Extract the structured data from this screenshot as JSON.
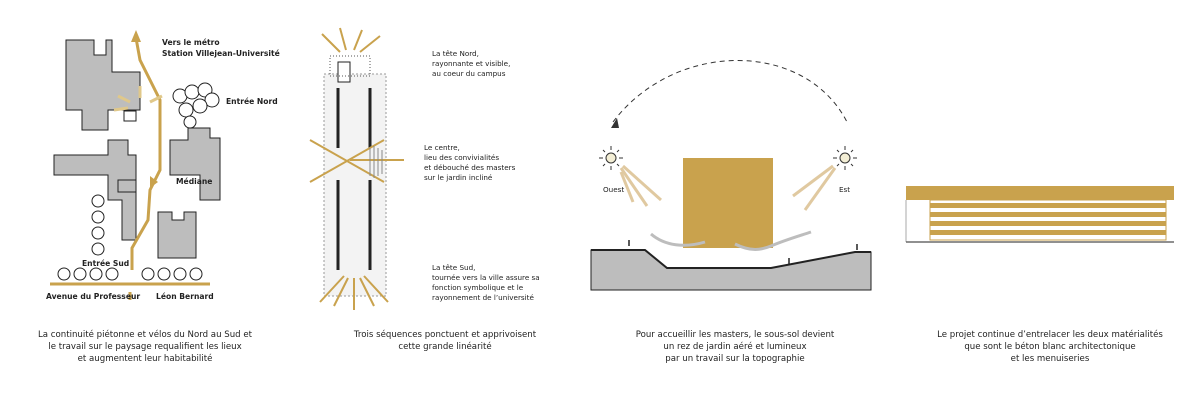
{
  "colors": {
    "gold": "#c9a24d",
    "gray": "#bdbdbd",
    "dark": "#222222"
  },
  "panel1": {
    "labels": {
      "metro": "Vers le métro",
      "station": "Station Villejean-Université",
      "entree_nord": "Entrée Nord",
      "mediane": "Médiane",
      "entree_sud": "Entrée Sud",
      "avenue": "Avenue du Professeur",
      "leon": "Léon Bernard"
    },
    "caption": "La continuité piétonne et vélos du Nord au Sud et\nle travail sur le paysage requalifient les lieux\net augmentent leur habitabilité"
  },
  "panel2": {
    "nord": [
      "La tête Nord,",
      "rayonnante et visible,",
      "au coeur du campus"
    ],
    "centre": [
      "Le centre,",
      "lieu des convivialités",
      "et débouché des masters",
      "sur le jardin incliné"
    ],
    "sud": [
      "La tête Sud,",
      "tournée vers la ville assure sa",
      "fonction symbolique et le",
      "rayonnement de l’université"
    ],
    "caption": "Trois séquences ponctuent et apprivoisent\ncette grande linéarité"
  },
  "panel3": {
    "ouest": "Ouest",
    "est": "Est",
    "caption": "Pour accueillir les masters, le sous-sol devient\nun rez de jardin aéré et lumineux\npar un travail sur la topographie"
  },
  "panel4": {
    "caption": "Le projet continue d’entrelacer les deux matérialités\nque sont le béton blanc architectonique\net les menuiseries"
  }
}
